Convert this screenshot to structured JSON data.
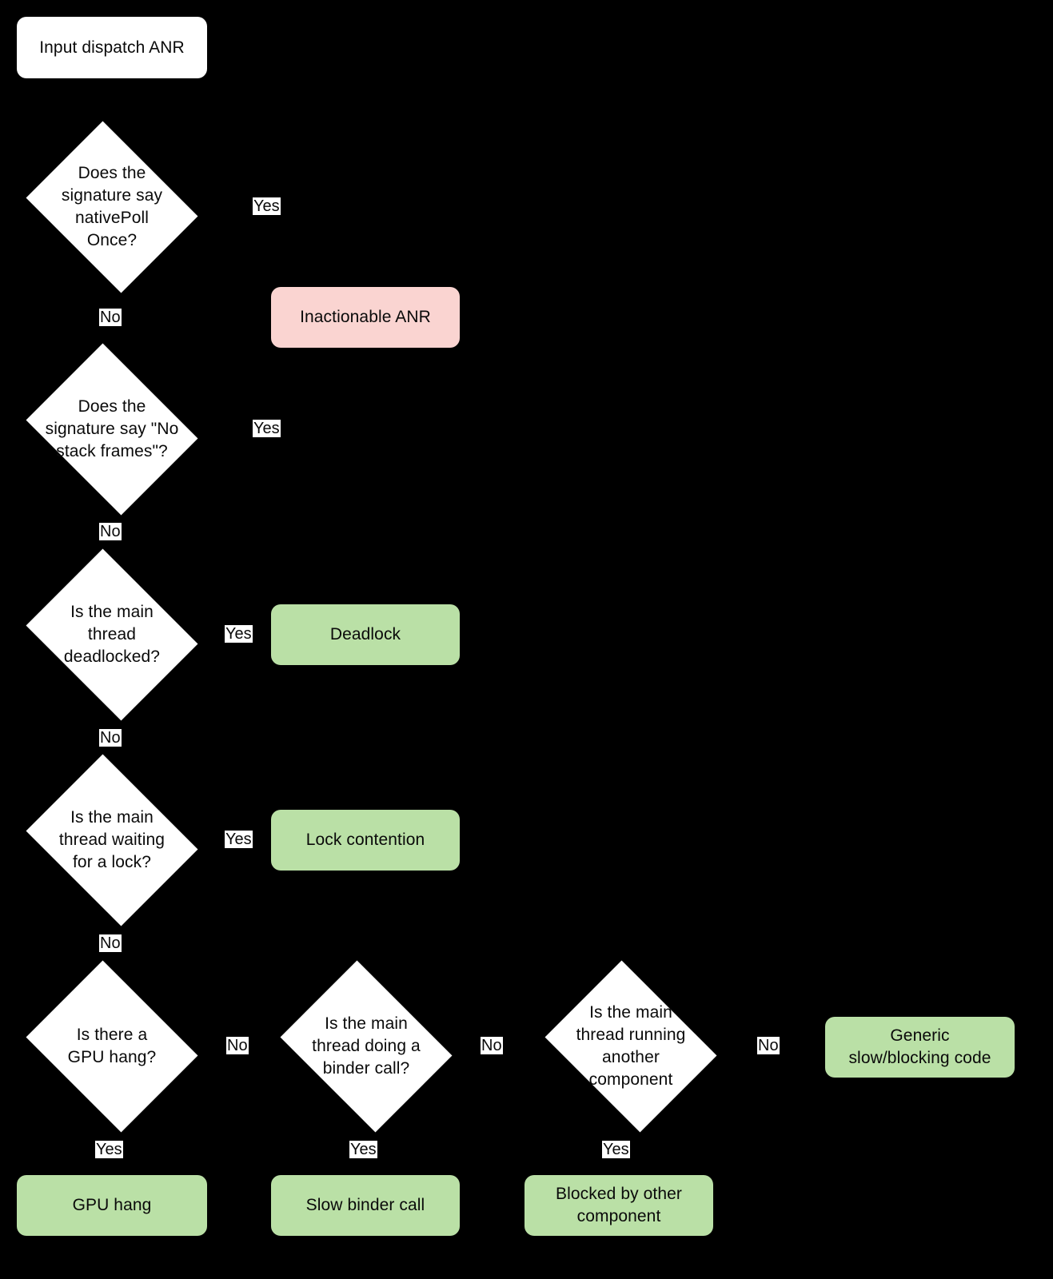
{
  "diagram": {
    "title": "Input dispatch ANR triage flowchart",
    "type": "flowchart",
    "background_color": "#000000",
    "palette": {
      "decision_fill": "#ffffff",
      "start_fill": "#ffffff",
      "terminal_inactionable_fill": "#fad4d1",
      "terminal_cause_fill": "#bae0a6",
      "text_color": "#0a0a0a",
      "edge_color": "#000000",
      "label_background": "#ffffff"
    }
  },
  "nodes": {
    "start": {
      "label": "Input dispatch ANR"
    },
    "q_native_poll": {
      "label": "Does the\nsignature say\nnativePoll\nOnce?"
    },
    "q_no_stack_frames": {
      "label": "Does the\nsignature say \"No\nstack frames\"?"
    },
    "q_deadlocked": {
      "label": "Is the main\nthread\ndeadlocked?"
    },
    "q_waiting_lock": {
      "label": "Is the main\nthread waiting\nfor a lock?"
    },
    "q_gpu_hang": {
      "label": "Is there a\nGPU hang?"
    },
    "q_binder_call": {
      "label": "Is the main\nthread doing a\nbinder call?"
    },
    "q_other_component": {
      "label": "Is the main\nthread running\nanother\ncomponent"
    },
    "t_inactionable": {
      "label": "Inactionable ANR"
    },
    "t_deadlock": {
      "label": "Deadlock"
    },
    "t_lock_contention": {
      "label": "Lock contention"
    },
    "t_gpu_hang": {
      "label": "GPU hang"
    },
    "t_slow_binder": {
      "label": "Slow binder call"
    },
    "t_blocked_component": {
      "label": "Blocked by other\ncomponent"
    },
    "t_generic_slow": {
      "label": "Generic\nslow/blocking code"
    }
  },
  "edge_labels": {
    "native_poll_yes": "Yes",
    "native_poll_no": "No",
    "no_stack_frames_yes": "Yes",
    "no_stack_frames_no": "No",
    "deadlocked_yes": "Yes",
    "deadlocked_no": "No",
    "waiting_lock_yes": "Yes",
    "waiting_lock_no": "No",
    "gpu_hang_no": "No",
    "gpu_hang_yes": "Yes",
    "binder_call_no": "No",
    "binder_call_yes": "Yes",
    "other_component_no": "No",
    "other_component_yes": "Yes"
  }
}
